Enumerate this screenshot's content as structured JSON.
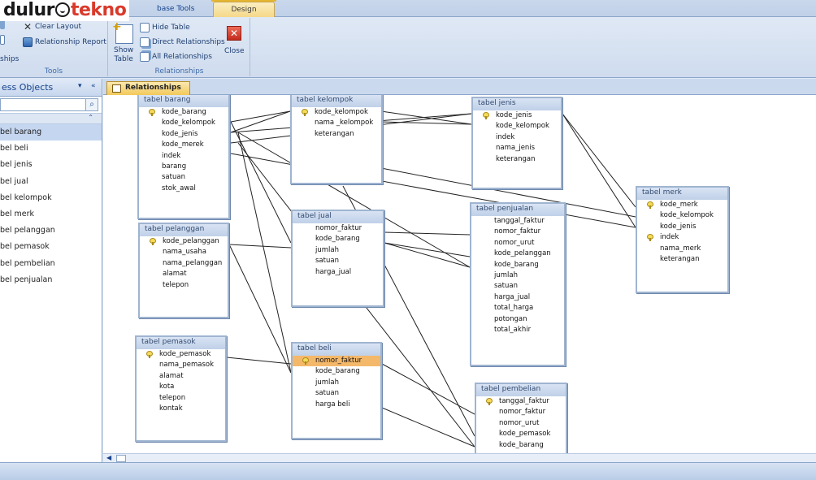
{
  "logo": {
    "part1": "dulur",
    "part2": "tekno"
  },
  "ribbon": {
    "tabs": {
      "database_tools": "base Tools",
      "design": "Design"
    },
    "tools_group": {
      "clear_layout": "Clear Layout",
      "relationship_report": "Relationship Report",
      "partial_label": "ships",
      "label": "Tools"
    },
    "relationships_group": {
      "show_table_line1": "Show",
      "show_table_line2": "Table",
      "hide_table": "Hide Table",
      "direct_relationships": "Direct Relationships",
      "all_relationships": "All Relationships",
      "close": "Close",
      "label": "Relationships"
    }
  },
  "nav": {
    "title": "ess Objects",
    "dropdown_glyph": "▾",
    "collapse_glyph": "«",
    "search_icon_glyph": "⌕",
    "group_toggle_glyph": "⌃",
    "items": [
      "bel barang",
      "bel beli",
      "bel jenis",
      "bel jual",
      "bel kelompok",
      "bel merk",
      "bel pelanggan",
      "bel pemasok",
      "bel pembelian",
      "bel penjualan"
    ]
  },
  "document": {
    "tab_label": "Relationships"
  },
  "tables": {
    "barang": {
      "title": "tabel barang",
      "fields": [
        "kode_barang",
        "kode_kelompok",
        "kode_jenis",
        "kode_merek",
        "indek",
        "barang",
        "satuan",
        "stok_awal"
      ]
    },
    "kelompok": {
      "title": "tabel kelompok",
      "fields": [
        "kode_kelompok",
        "nama _kelompok",
        "keterangan"
      ]
    },
    "jenis": {
      "title": "tabel jenis",
      "fields": [
        "kode_jenis",
        "kode_kelompok",
        "indek",
        "nama_jenis",
        "keterangan"
      ]
    },
    "merk": {
      "title": "tabel merk",
      "fields": [
        "kode_merk",
        "kode_kelompok",
        "kode_jenis",
        "indek",
        "nama_merk",
        "keterangan"
      ]
    },
    "pelanggan": {
      "title": "tabel pelanggan",
      "fields": [
        "kode_pelanggan",
        "nama_usaha",
        "nama_pelanggan",
        "alamat",
        "telepon"
      ]
    },
    "jual": {
      "title": "tabel jual",
      "fields": [
        "nomor_faktur",
        "kode_barang",
        "jumlah",
        "satuan",
        "harga_jual"
      ]
    },
    "penjualan": {
      "title": "tabel penjualan",
      "fields": [
        "tanggal_faktur",
        "nomor_faktur",
        "nomor_urut",
        "kode_pelanggan",
        "kode_barang",
        "jumlah",
        "satuan",
        "harga_jual",
        "total_harga",
        "potongan",
        "total_akhir"
      ]
    },
    "pemasok": {
      "title": "tabel pemasok",
      "fields": [
        "kode_pemasok",
        "nama_pemasok",
        "alamat",
        "kota",
        "telepon",
        "kontak"
      ]
    },
    "beli": {
      "title": "tabel beli",
      "fields": [
        "nomor_faktur",
        "kode_barang",
        "jumlah",
        "satuan",
        "harga beli"
      ]
    },
    "pembelian": {
      "title": "tabel pembelian",
      "fields": [
        "tanggal_faktur",
        "nomor_faktur",
        "nomor_urut",
        "kode_pemasok",
        "kode_barang"
      ]
    }
  },
  "colors": {
    "accent": "#15428b",
    "selected_field": "#f4b86a",
    "relationship_line": "#222222"
  }
}
